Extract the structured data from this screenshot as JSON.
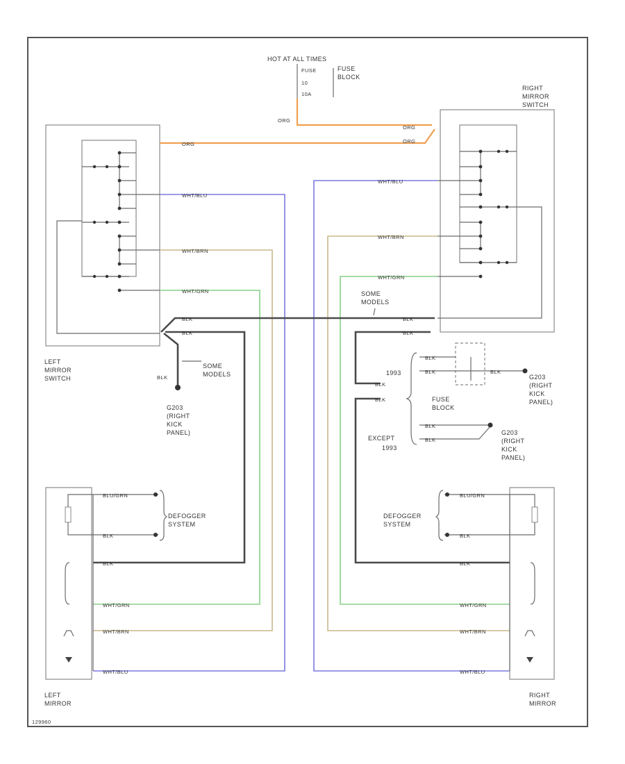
{
  "labels": {
    "hot_at_all_times": "HOT AT ALL TIMES",
    "fuse_top": "FUSE",
    "fuse_num": "10",
    "fuse_amp": "10A",
    "fuse_block_top": "FUSE\nBLOCK",
    "right_mirror_switch": "RIGHT\nMIRROR\nSWITCH",
    "left_mirror_switch": "LEFT\nMIRROR\nSWITCH",
    "some_models_left": "SOME\nMODELS",
    "some_models_right": "SOME\nMODELS",
    "blk": "BLK",
    "ground_left": "G203\n(RIGHT\nKICK\nPANEL)",
    "ground_right_1": "G203\n(RIGHT\nKICK\nPANEL)",
    "ground_right_2": "G203\n(RIGHT\nKICK\nPANEL)",
    "year_1993": "1993",
    "fuse_block_mid": "FUSE\nBLOCK",
    "except_1993": "EXCEPT\n1993",
    "defogger_left": "DEFOGGER\nSYSTEM",
    "defogger_right": "DEFOGGER\nSYSTEM",
    "left_mirror": "LEFT\nMIRROR",
    "right_mirror": "RIGHT\nMIRROR",
    "figure_id": "129960"
  },
  "wires": {
    "org": "ORG",
    "wht_blu": "WHT/BLU",
    "wht_brn": "WHT/BRN",
    "wht_grn": "WHT/GRN",
    "blk": "BLK",
    "blu_grn": "BLU/GRN"
  },
  "colors": {
    "org": "#f0a050",
    "wht_blu": "#7a78e0",
    "wht_brn": "#c8b888",
    "wht_grn": "#88d088",
    "blk": "#4a4a4a"
  }
}
